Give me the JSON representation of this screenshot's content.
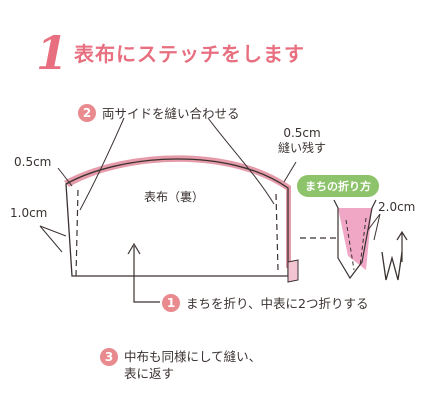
{
  "title": {
    "number": "1",
    "text": "表布にステッチをします"
  },
  "steps": [
    {
      "num": "2",
      "text": "両サイドを縫い合わせる"
    },
    {
      "num": "1",
      "text": "まちを折り、中表に2つ折りする"
    },
    {
      "num": "3",
      "text": "中布も同様にして縫い、\n表に返す"
    }
  ],
  "labels": {
    "left_top": "0.5cm",
    "left_side": "1.0cm",
    "right_top": "0.5cm\n縫い残す",
    "fabric": "表布（裏）",
    "gusset_badge": "まちの折り方",
    "gusset_measure": "2.0cm"
  },
  "colors": {
    "accent": "#e76f7f",
    "badge": "#e98a8f",
    "fabric_edge": "#e28a9c",
    "gusset_fill": "#f0a7c6",
    "pill": "#8dc36a",
    "ink": "#3a3230"
  }
}
